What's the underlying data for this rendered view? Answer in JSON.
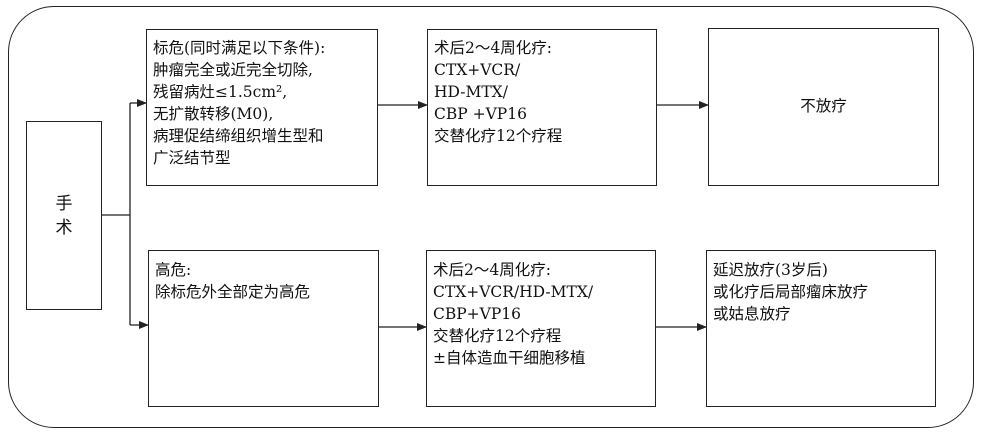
{
  "surgery": {
    "lines": [
      "手",
      "术"
    ]
  },
  "standard_risk": {
    "criteria": [
      "标危(同时满足以下条件):",
      "肿瘤完全或近完全切除,",
      "残留病灶≤1.5cm²,",
      "无扩散转移(M0),",
      "病理促结缔组织增生型和",
      "广泛结节型"
    ],
    "chemo": [
      "术后2～4周化疗:",
      "CTX+VCR/",
      "HD-MTX/",
      "CBP +VP16",
      "交替化疗12个疗程"
    ],
    "radiotherapy": "不放疗"
  },
  "high_risk": {
    "criteria": [
      "高危:",
      "除标危外全部定为高危"
    ],
    "chemo": [
      "术后2～4周化疗:",
      "CTX+VCR/HD-MTX/",
      "CBP+VP16",
      "交替化疗12个疗程",
      "±自体造血干细胞移植"
    ],
    "radiotherapy": [
      "延迟放疗(3岁后)",
      "或化疗后局部瘤床放疗",
      "或姑息放疗"
    ]
  },
  "colors": {
    "stroke": "#222222",
    "background": "#ffffff"
  }
}
